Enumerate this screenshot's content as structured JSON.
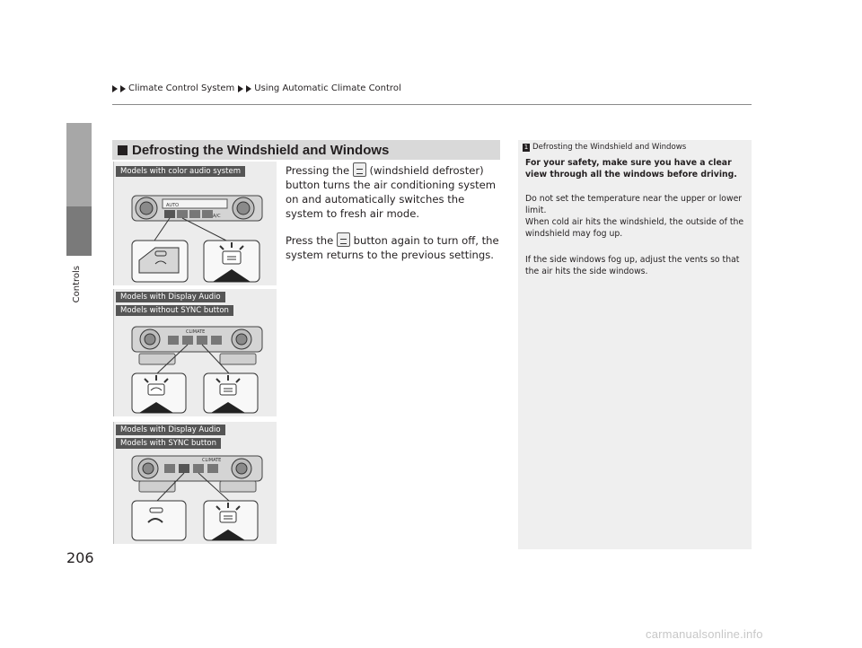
{
  "breadcrumb": {
    "items": [
      "Climate Control System",
      "Using Automatic Climate Control"
    ]
  },
  "side_tab": {
    "label": "Controls"
  },
  "page_number": "206",
  "section": {
    "title": "Defrosting the Windshield and Windows"
  },
  "body": {
    "p1_before": "Pressing the ",
    "p1_after": " (windshield defroster) button turns the air conditioning system on and automatically switches the system to fresh air mode.",
    "p2_before": "Press the ",
    "p2_after": " button again to turn off, the system returns to the previous settings."
  },
  "figures": {
    "fig1": {
      "labels": [
        "Models with color audio system"
      ],
      "panel_text": [
        "AUTO",
        "A/C"
      ]
    },
    "fig2": {
      "labels": [
        "Models with Display Audio",
        "Models without SYNC button"
      ],
      "panel_text": [
        "CLIMATE"
      ]
    },
    "fig3": {
      "labels": [
        "Models with Display Audio",
        "Models with SYNC button"
      ],
      "panel_text": [
        "CLIMATE"
      ]
    }
  },
  "note": {
    "num": "1",
    "heading": "Defrosting the Windshield and Windows",
    "safety": "For your safety, make sure you have a clear view through all the windows before driving.",
    "para1": "Do not set the temperature near the upper or lower limit.",
    "para2": "When cold air hits the windshield, the outside of the windshield may fog up.",
    "para3": "If the side windows fog up, adjust the vents so that the air hits the side windows."
  },
  "watermark": "carmanualsonline.info"
}
